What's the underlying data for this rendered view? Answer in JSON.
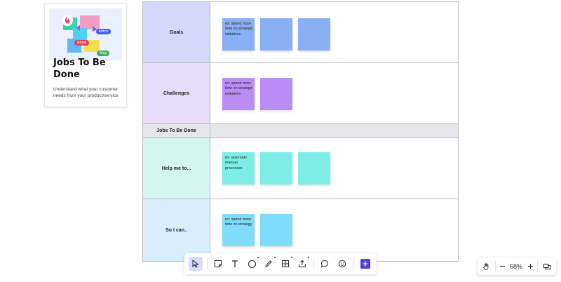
{
  "template_card": {
    "title": "Jobs To Be Done",
    "description": "Understand what your customer needs from your product/service",
    "avatars": [
      {
        "name": "Mitch",
        "color": "#3d63f0"
      },
      {
        "name": "Anna",
        "color": "#e5425b"
      },
      {
        "name": "May",
        "color": "#34b15a"
      }
    ]
  },
  "board": {
    "rows": [
      {
        "label": "Goals",
        "bg": "#d4d8fb",
        "notes": [
          {
            "text": "ex: spend more time on strategic initiatives",
            "color": "#89b0f5"
          },
          {
            "text": "",
            "color": "#89b0f5"
          },
          {
            "text": "",
            "color": "#89b0f5"
          }
        ]
      },
      {
        "label": "Challenges",
        "bg": "#e9dcfb",
        "notes": [
          {
            "text": "ex: spend more time on strategic initiatives",
            "color": "#bb8cf6"
          },
          {
            "text": "",
            "color": "#bb8cf6"
          }
        ]
      },
      {
        "label": "Jobs To Be Done",
        "bg": "#e6e7eb",
        "notes": []
      },
      {
        "label": "Help me to...",
        "bg": "#d4f6f1",
        "notes": [
          {
            "text": "ex: automate manual processes",
            "color": "#7ceee6"
          },
          {
            "text": "",
            "color": "#7ceee6"
          },
          {
            "text": "",
            "color": "#7ceee6"
          }
        ]
      },
      {
        "label": "So I can..",
        "bg": "#d8eefe",
        "notes": [
          {
            "text": "ex: spend more time on strategy",
            "color": "#7fdcfb"
          },
          {
            "text": "",
            "color": "#7fdcfb"
          }
        ]
      }
    ]
  },
  "toolbar": {
    "tools": [
      "select-icon",
      "sticky-note-icon",
      "text-icon",
      "shape-icon",
      "pen-icon",
      "frame-icon",
      "upload-icon",
      "comment-icon",
      "emoji-icon",
      "add-icon"
    ],
    "active": "select-icon",
    "accent": "#4f3ee6"
  },
  "zoom": {
    "level": "68%"
  }
}
